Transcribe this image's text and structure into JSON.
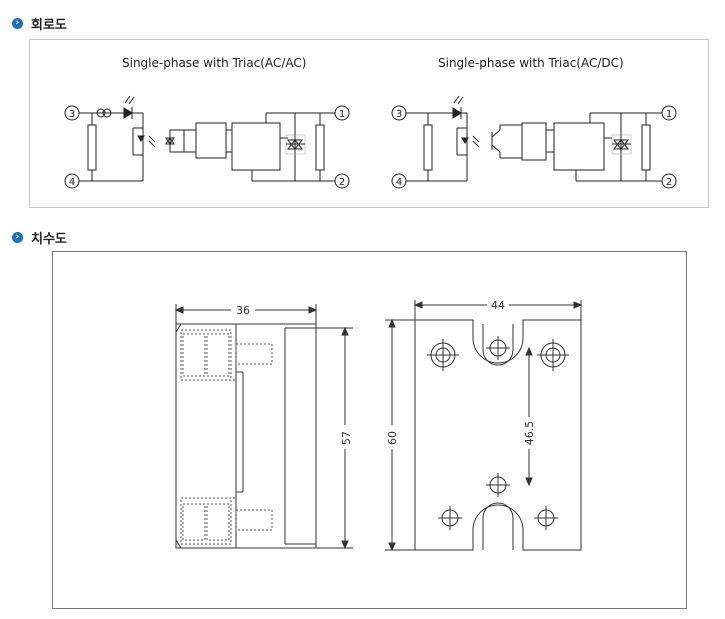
{
  "sections": {
    "circuit": {
      "title": "회로도"
    },
    "dimensions": {
      "title": "치수도"
    }
  },
  "circuit_diagrams": [
    {
      "title": "Single-phase with Triac(AC/AC)"
    },
    {
      "title": "Single-phase with Triac(AC/DC)"
    }
  ],
  "terminals": [
    "1",
    "2",
    "3",
    "4"
  ],
  "dimension_labels": {
    "side_width": "36",
    "side_height": "57",
    "front_width": "44",
    "front_height": "60",
    "hole_spacing": "46.5"
  },
  "colors": {
    "bullet": "#1f6fb5",
    "line": "#222222",
    "panel_border": "#c8c8c8"
  }
}
